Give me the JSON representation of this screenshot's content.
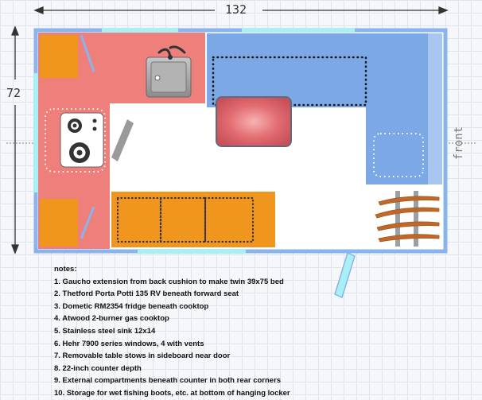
{
  "dimensions": {
    "width": "132",
    "depth": "72",
    "front": "front"
  },
  "notes": {
    "heading": "notes:",
    "items": [
      "1. Gaucho extension from back cushion to make twin 39x75 bed",
      "2. Thetford Porta Potti 135 RV beneath forward seat",
      "3. Dometic RM2354 fridge beneath cooktop",
      "4. Atwood 2-burner gas cooktop",
      "5. Stainless steel sink 12x14",
      "6. Hehr 7900 series windows, 4 with vents",
      "7. Removable table stows in sideboard near door",
      "8. 22-inch counter depth",
      "9. External compartments beneath counter in both rear corners",
      "10. Storage for wet fishing boots, etc. at bottom of hanging locker"
    ]
  },
  "colors": {
    "counter": "#ee7f7b",
    "cabinet": "#f0961e",
    "cushion": "#7ca9e6",
    "window": "#a8f0f5",
    "wall": "#8ab4ec",
    "table": "#d9595f",
    "boots": "#c0682a"
  }
}
